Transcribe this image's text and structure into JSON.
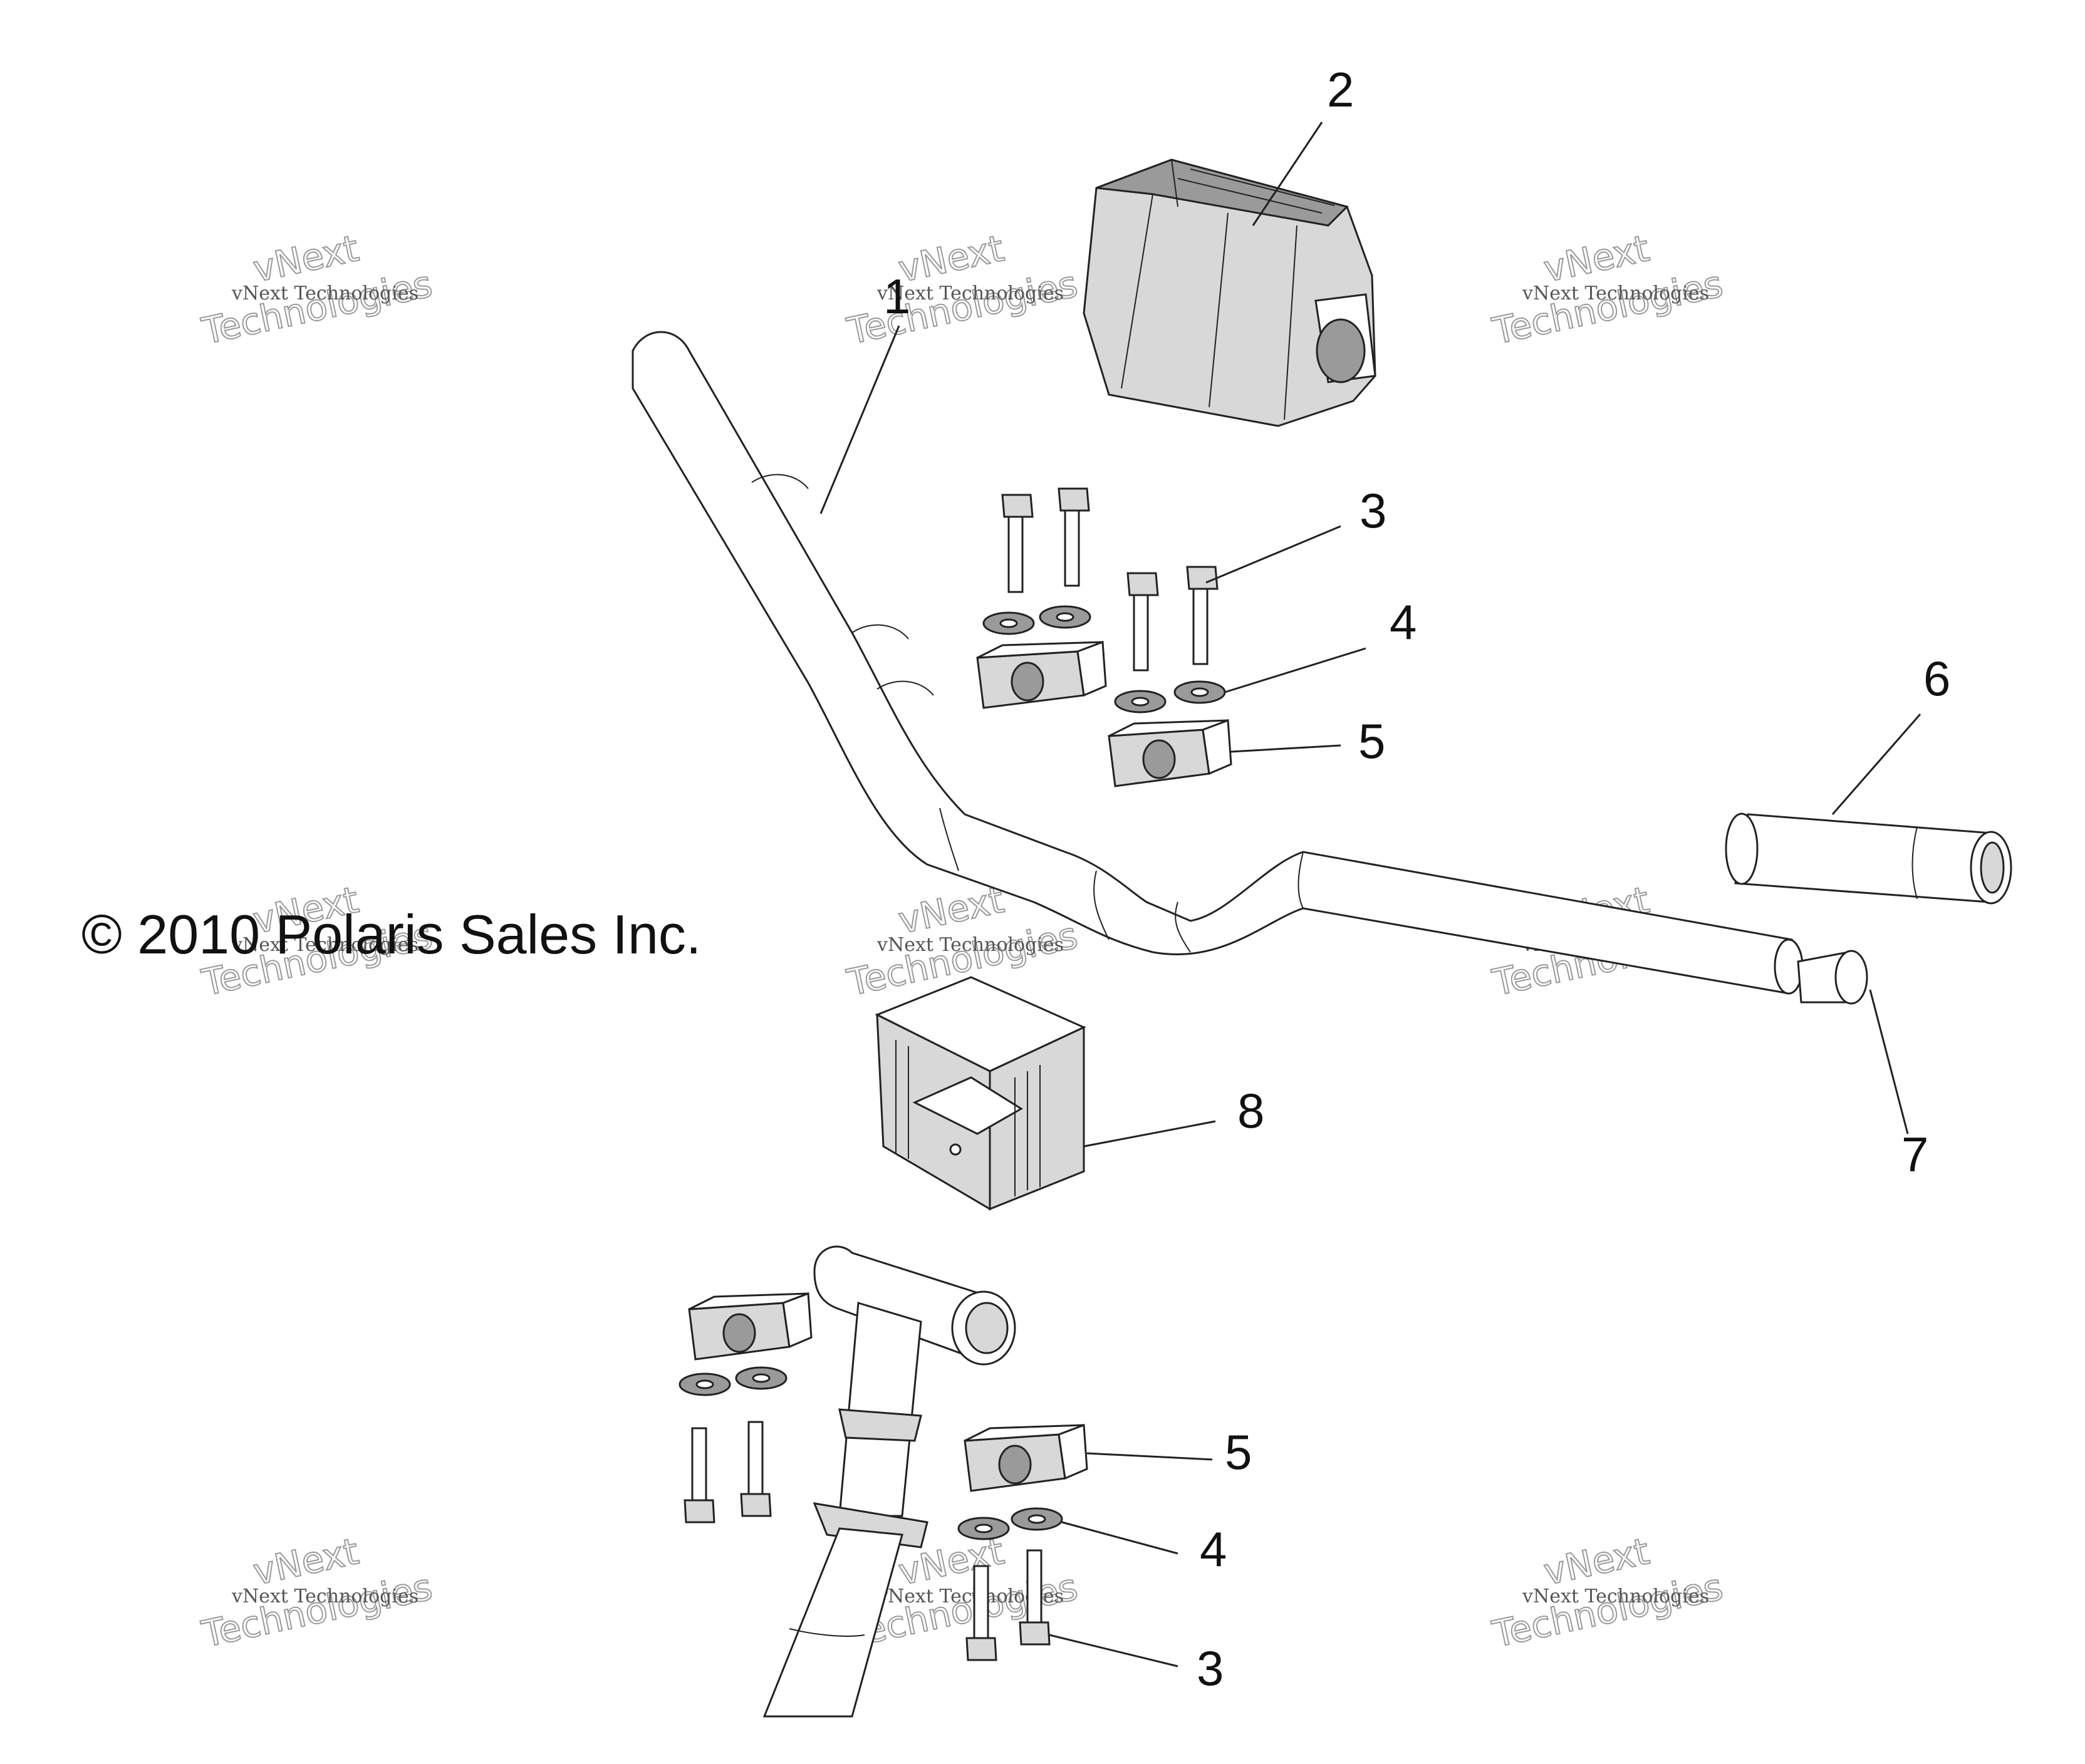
{
  "copyright": "© 2010 Polaris Sales Inc.",
  "watermark": {
    "line1": "vNext",
    "line2": "vNext Technologies",
    "line3": "Technologies"
  },
  "callouts": {
    "c1": "1",
    "c2": "2",
    "c3a": "3",
    "c4a": "4",
    "c5a": "5",
    "c6": "6",
    "c7": "7",
    "c8": "8",
    "c5b": "5",
    "c4b": "4",
    "c3b": "3"
  }
}
